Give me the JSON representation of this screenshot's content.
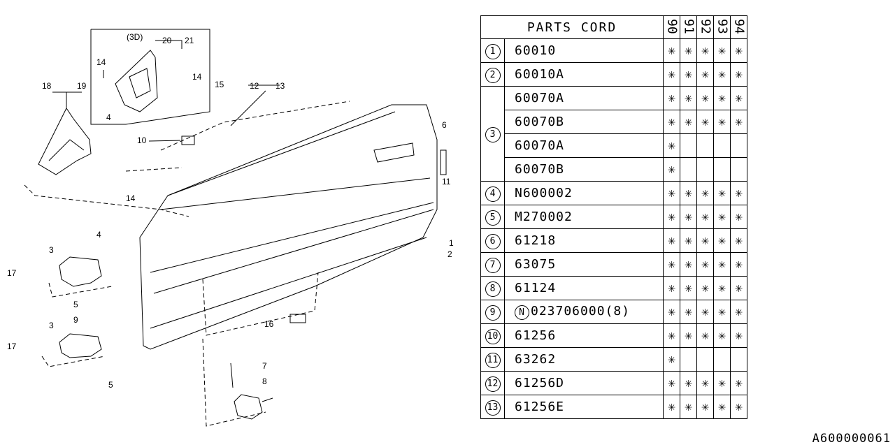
{
  "diagram": {
    "inset_label": "(3D)",
    "callouts": [
      "20",
      "21",
      "14",
      "14",
      "4",
      "18",
      "19",
      "15",
      "12",
      "13",
      "10",
      "6",
      "14",
      "11",
      "4",
      "1",
      "2",
      "3",
      "17",
      "5",
      "9",
      "16",
      "3",
      "17",
      "5",
      "7",
      "8"
    ]
  },
  "table": {
    "header": "PARTS CORD",
    "years": [
      "90",
      "91",
      "92",
      "93",
      "94"
    ],
    "groups": [
      {
        "num": "1",
        "rows": [
          {
            "code": "60010",
            "marks": [
              "✳",
              "✳",
              "✳",
              "✳",
              "✳"
            ]
          }
        ]
      },
      {
        "num": "2",
        "rows": [
          {
            "code": "60010A",
            "marks": [
              "✳",
              "✳",
              "✳",
              "✳",
              "✳"
            ]
          }
        ]
      },
      {
        "num": "3",
        "rows": [
          {
            "code": "60070A",
            "marks": [
              "✳",
              "✳",
              "✳",
              "✳",
              "✳"
            ]
          },
          {
            "code": "60070B",
            "marks": [
              "✳",
              "✳",
              "✳",
              "✳",
              "✳"
            ]
          },
          {
            "code": "60070A",
            "marks": [
              "✳",
              "",
              "",
              "",
              ""
            ]
          },
          {
            "code": "60070B",
            "marks": [
              "✳",
              "",
              "",
              "",
              ""
            ]
          }
        ]
      },
      {
        "num": "4",
        "rows": [
          {
            "code": "N600002",
            "marks": [
              "✳",
              "✳",
              "✳",
              "✳",
              "✳"
            ]
          }
        ]
      },
      {
        "num": "5",
        "rows": [
          {
            "code": "M270002",
            "marks": [
              "✳",
              "✳",
              "✳",
              "✳",
              "✳"
            ]
          }
        ]
      },
      {
        "num": "6",
        "rows": [
          {
            "code": "61218",
            "marks": [
              "✳",
              "✳",
              "✳",
              "✳",
              "✳"
            ]
          }
        ]
      },
      {
        "num": "7",
        "rows": [
          {
            "code": "63075",
            "marks": [
              "✳",
              "✳",
              "✳",
              "✳",
              "✳"
            ]
          }
        ]
      },
      {
        "num": "8",
        "rows": [
          {
            "code": "61124",
            "marks": [
              "✳",
              "✳",
              "✳",
              "✳",
              "✳"
            ]
          }
        ]
      },
      {
        "num": "9",
        "rows": [
          {
            "code": "023706000(8)",
            "prefix": "N",
            "marks": [
              "✳",
              "✳",
              "✳",
              "✳",
              "✳"
            ]
          }
        ]
      },
      {
        "num": "10",
        "rows": [
          {
            "code": "61256",
            "marks": [
              "✳",
              "✳",
              "✳",
              "✳",
              "✳"
            ]
          }
        ]
      },
      {
        "num": "11",
        "rows": [
          {
            "code": "63262",
            "marks": [
              "✳",
              "",
              "",
              "",
              ""
            ]
          }
        ]
      },
      {
        "num": "12",
        "rows": [
          {
            "code": "61256D",
            "marks": [
              "✳",
              "✳",
              "✳",
              "✳",
              "✳"
            ]
          }
        ]
      },
      {
        "num": "13",
        "rows": [
          {
            "code": "61256E",
            "marks": [
              "✳",
              "✳",
              "✳",
              "✳",
              "✳"
            ]
          }
        ]
      }
    ]
  },
  "reference": "A600000061"
}
